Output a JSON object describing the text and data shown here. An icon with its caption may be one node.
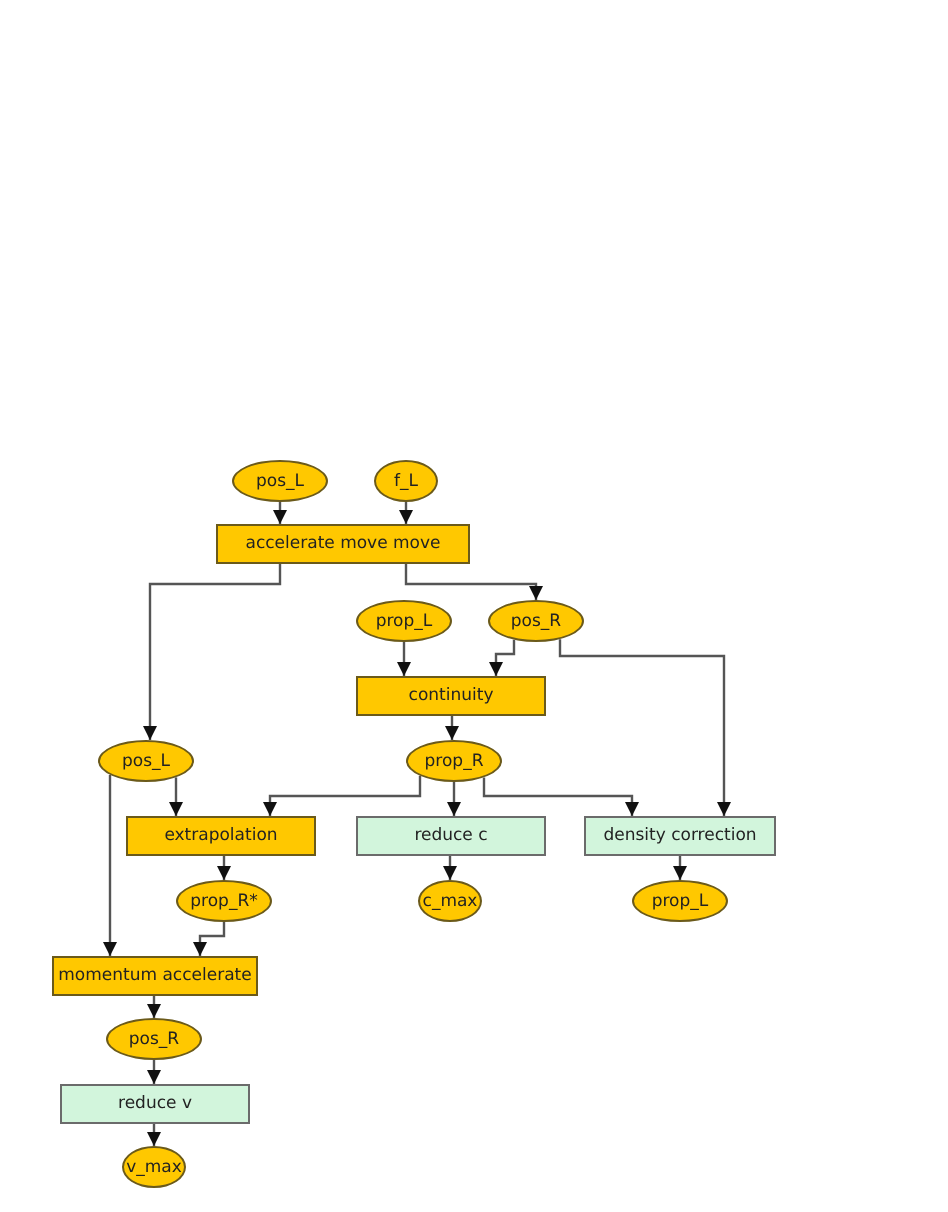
{
  "diagram": {
    "nodes": [
      {
        "text": [
          "pos_L"
        ]
      },
      {
        "text": [
          "f_L"
        ]
      },
      {
        "text": [
          "accelerate move move"
        ]
      },
      {
        "text": [
          "prop_L"
        ]
      },
      {
        "text": [
          "pos_R"
        ]
      },
      {
        "text": [
          "continuity"
        ]
      },
      {
        "text": [
          "pos_L"
        ]
      },
      {
        "text": [
          "prop_R"
        ]
      },
      {
        "text": [
          "extrapolation"
        ]
      },
      {
        "text": [
          "reduce c"
        ]
      },
      {
        "text": [
          "density correction"
        ]
      },
      {
        "text": [
          "prop_R*"
        ]
      },
      {
        "text": [
          "c_max"
        ]
      },
      {
        "text": [
          "prop_L"
        ]
      },
      {
        "text": [
          "momentum accelerate"
        ]
      },
      {
        "text": [
          "pos_R"
        ]
      },
      {
        "text": [
          "reduce v"
        ]
      },
      {
        "text": [
          "v_max"
        ]
      }
    ],
    "edges": [
      {
        "from": 0,
        "to": 2,
        "arrow": "to"
      },
      {
        "from": 1,
        "to": 2,
        "arrow": "to"
      },
      {
        "from": 2,
        "to": 6,
        "arrow": "to"
      },
      {
        "from": 2,
        "to": 4,
        "arrow": "to"
      },
      {
        "from": 3,
        "to": 5,
        "arrow": "to"
      },
      {
        "from": 4,
        "to": 5,
        "arrow": "to"
      },
      {
        "from": 4,
        "to": 10,
        "arrow": "to"
      },
      {
        "from": 5,
        "to": 7,
        "arrow": "to"
      },
      {
        "from": 7,
        "to": 8,
        "arrow": "to"
      },
      {
        "from": 7,
        "to": 9,
        "arrow": "to"
      },
      {
        "from": 7,
        "to": 10,
        "arrow": "to"
      },
      {
        "from": 6,
        "to": 8,
        "arrow": "to"
      },
      {
        "from": 6,
        "to": 14,
        "arrow": "to"
      },
      {
        "from": 8,
        "to": 11,
        "arrow": "to"
      },
      {
        "from": 11,
        "to": 14,
        "arrow": "to"
      },
      {
        "from": 9,
        "to": 12,
        "arrow": "to"
      },
      {
        "from": 10,
        "to": 13,
        "arrow": "to"
      },
      {
        "from": 14,
        "to": 15,
        "arrow": "to"
      },
      {
        "from": 15,
        "to": 16,
        "arrow": "to"
      },
      {
        "from": 16,
        "to": 17,
        "arrow": "to"
      }
    ]
  }
}
